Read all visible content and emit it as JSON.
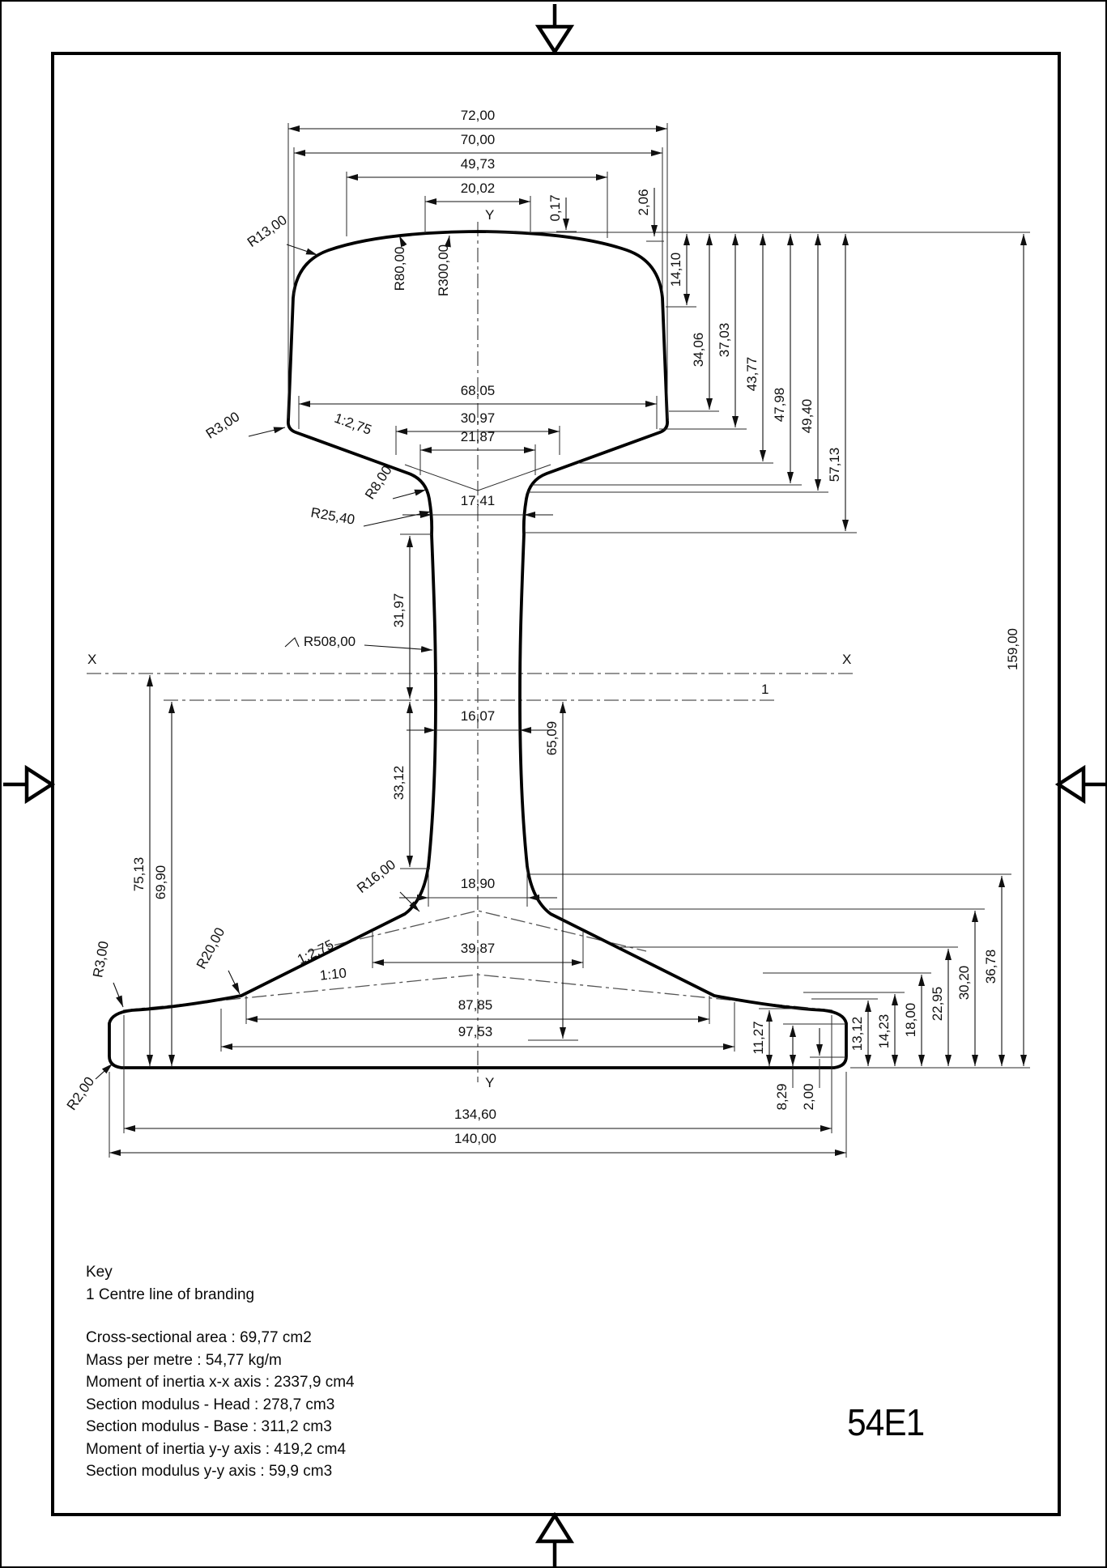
{
  "title": "54E1",
  "axes": {
    "y_top": "Y",
    "y_bottom": "Y",
    "x_left": "X",
    "x_right": "X",
    "branding": "1"
  },
  "dims": {
    "w72": "72,00",
    "w70": "70,00",
    "w49_73": "49,73",
    "w20_02": "20,02",
    "v0_17": "0,17",
    "v2_06": "2,06",
    "v14_10": "14,10",
    "v34_06": "34,06",
    "v37_03": "37,03",
    "v43_77": "43,77",
    "v47_98": "47,98",
    "v49_40": "49,40",
    "v57_13": "57,13",
    "v159": "159,00",
    "w68_05": "68,05",
    "w30_97": "30,97",
    "w21_87": "21,87",
    "w17_41": "17,41",
    "r3_head": "R3,00",
    "slope_head": "1:2,75",
    "r8": "R8,00",
    "r25_4": "R25,40",
    "r13": "R13,00",
    "r80": "R80,00",
    "r300": "R300,00",
    "r508": "R508,00",
    "v31_97": "31,97",
    "v33_12": "33,12",
    "w16_07": "16,07",
    "v65_09": "65,09",
    "v75_13": "75,13",
    "v69_90": "69,90",
    "r16": "R16,00",
    "w18_90": "18,90",
    "r20": "R20,00",
    "slope_foot": "1:2,75",
    "slope_1_10": "1:10",
    "w39_87": "39,87",
    "r3_foot": "R3,00",
    "r2": "R2,00",
    "w87_85": "87,85",
    "w97_53": "97,53",
    "w134_60": "134,60",
    "w140": "140,00",
    "v11_27": "11,27",
    "v8_29": "8,29",
    "v2_00": "2,00",
    "v13_12": "13,12",
    "v14_23": "14,23",
    "v18_00": "18,00",
    "v22_95": "22,95",
    "v30_20": "30,20",
    "v36_78": "36,78"
  },
  "key": {
    "title": "Key",
    "item_1": "1 Centre line of branding"
  },
  "properties": [
    "Cross-sectional area : 69,77 cm2",
    "Mass per metre : 54,77 kg/m",
    "Moment of inertia x-x axis : 2337,9 cm4",
    "Section modulus - Head : 278,7 cm3",
    "Section modulus - Base : 311,2 cm3",
    "Moment of inertia y-y axis : 419,2 cm4",
    "Section modulus y-y axis : 59,9 cm3"
  ]
}
